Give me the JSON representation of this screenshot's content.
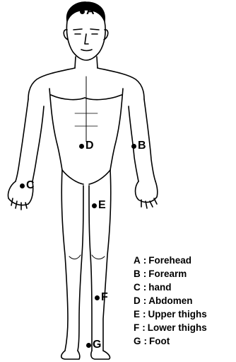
{
  "markers": [
    {
      "id": "A",
      "label": "A"
    },
    {
      "id": "B",
      "label": "B"
    },
    {
      "id": "C",
      "label": "C"
    },
    {
      "id": "D",
      "label": "D"
    },
    {
      "id": "E",
      "label": "E"
    },
    {
      "id": "F",
      "label": "F"
    },
    {
      "id": "G",
      "label": "G"
    }
  ],
  "legend": [
    {
      "letter": "A",
      "separator": ":",
      "text": "Forehead"
    },
    {
      "letter": "B",
      "separator": ":",
      "text": "Forearm"
    },
    {
      "letter": "C",
      "separator": ":",
      "text": "hand"
    },
    {
      "letter": "D",
      "separator": ":",
      "text": "Abdomen"
    },
    {
      "letter": "E",
      "separator": ":",
      "text": "Upper thighs"
    },
    {
      "letter": "F",
      "separator": ":",
      "text": "Lower thighs"
    },
    {
      "letter": "G",
      "separator": ":",
      "text": "Foot"
    }
  ],
  "colors": {
    "ink": "#000000",
    "background": "#ffffff"
  }
}
